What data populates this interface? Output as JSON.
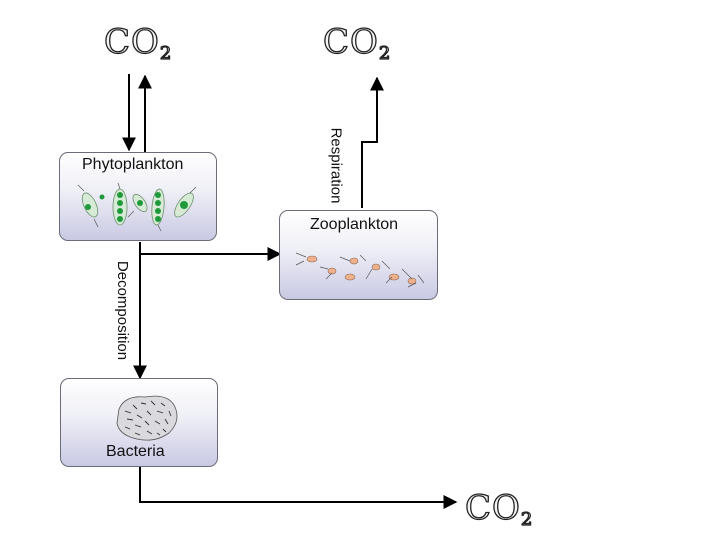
{
  "labels": {
    "phytoplankton": "Phytoplankton",
    "zooplankton": "Zooplankton",
    "bacteria": "Bacteria",
    "respiration": "Respiration",
    "decomposition": "Decomposition"
  },
  "co2": {
    "base": "CO",
    "subscript": "2"
  },
  "colors": {
    "box_gradient_top": "#ffffff",
    "box_gradient_bottom": "#c9c9e4",
    "box_border": "#6b6b7a",
    "arrow": "#000000",
    "phyto_cell": "#1e9a3a",
    "zoo_body": "#f0b08a"
  }
}
